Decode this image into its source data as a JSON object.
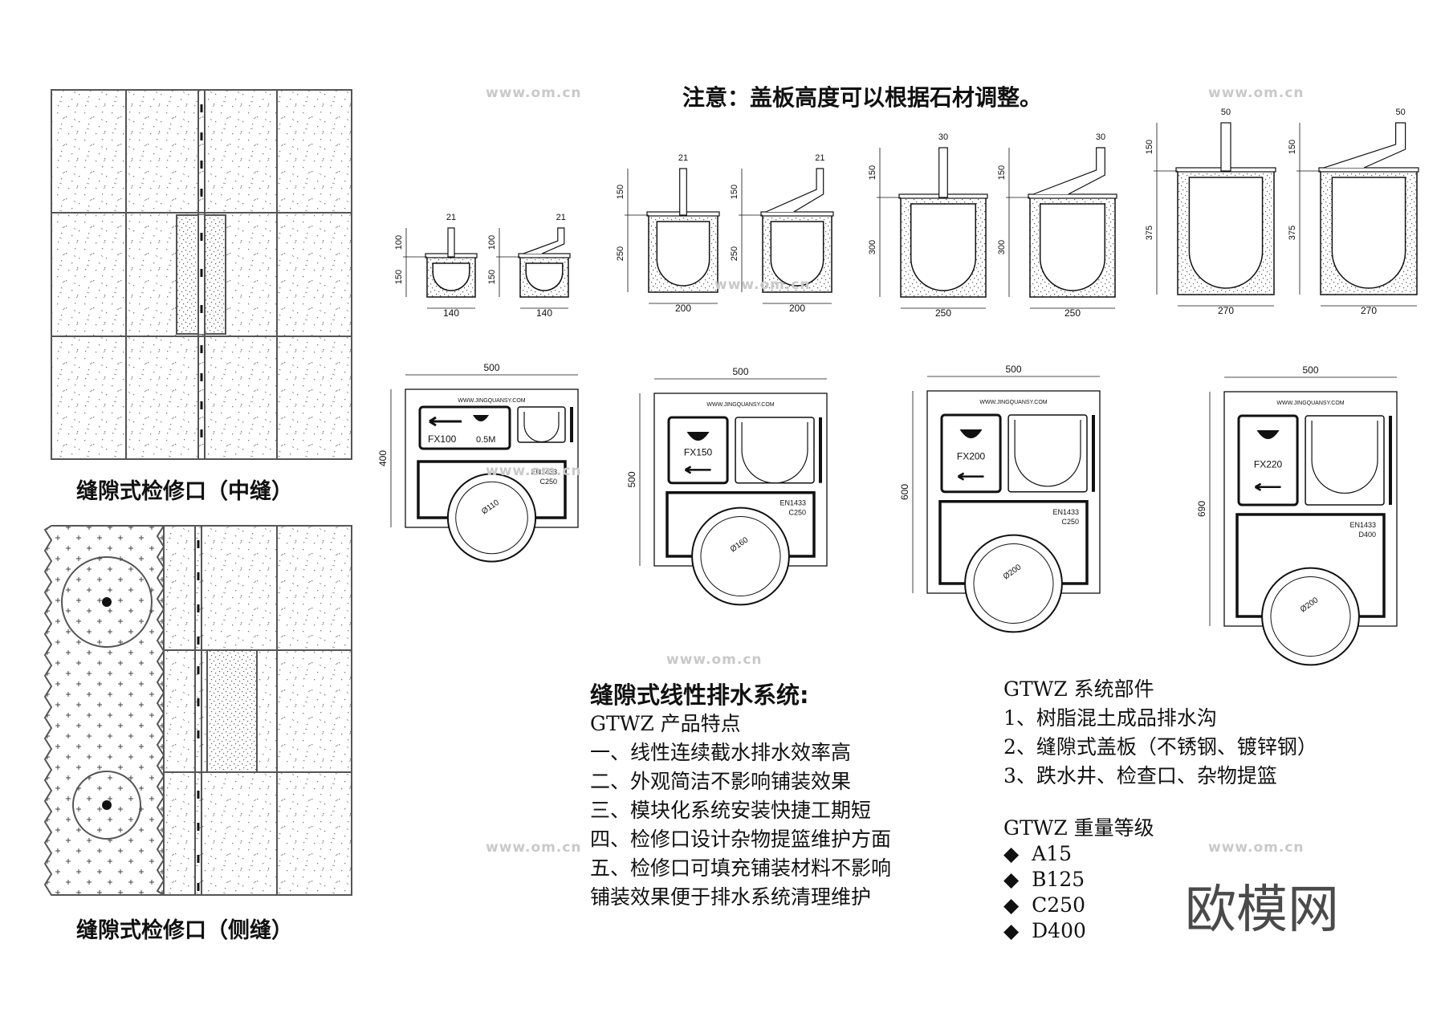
{
  "note": "注意：盖板高度可以根据石材调整。",
  "captions": {
    "mid_seam": "缝隙式检修口（中缝）",
    "side_seam": "缝隙式检修口（侧缝）"
  },
  "sections": [
    {
      "heights": [
        "100",
        "150"
      ],
      "width": "140",
      "slot": "21"
    },
    {
      "heights": [
        "100",
        "150"
      ],
      "width": "140",
      "slot": "21"
    },
    {
      "heights": [
        "150",
        "250"
      ],
      "width": "200",
      "slot": "21"
    },
    {
      "heights": [
        "150",
        "250"
      ],
      "width": "200",
      "slot": "21"
    },
    {
      "heights": [
        "150",
        "300"
      ],
      "width": "250",
      "slot": "30"
    },
    {
      "heights": [
        "150",
        "300"
      ],
      "width": "250",
      "slot": "30"
    },
    {
      "heights": [
        "150",
        "375"
      ],
      "width": "270",
      "slot": "50"
    },
    {
      "heights": [
        "150",
        "375"
      ],
      "width": "270",
      "slot": "50"
    }
  ],
  "plans": [
    {
      "model": "FX100",
      "slope": "0.5M",
      "width": "500",
      "height": "400",
      "website": "WWW.JINGQUANSY.COM",
      "standard": "EN1433",
      "load": "C250",
      "dia": "Ø110"
    },
    {
      "model": "FX150",
      "width": "500",
      "height": "500",
      "website": "WWW.JINGQUANSY.COM",
      "standard": "EN1433",
      "load": "C250",
      "dia": "Ø160"
    },
    {
      "model": "FX200",
      "width": "500",
      "height": "600",
      "website": "WWW.JINGQUANSY.COM",
      "standard": "EN1433",
      "load": "C250",
      "dia": "Ø200"
    },
    {
      "model": "FX220",
      "width": "500",
      "height": "690",
      "website": "WWW.JINGQUANSY.COM",
      "standard": "EN1433",
      "load": "D400",
      "dia": "Ø200"
    }
  ],
  "system": {
    "title": "缝隙式线性排水系统:",
    "features_heading": "GTWZ 产品特点",
    "features": [
      "一、线性连续截水排水效率高",
      "二、外观简洁不影响铺装效果",
      "三、模块化系统安装快捷工期短",
      "四、检修口设计杂物提篮维护方面",
      "五、检修口可填充铺装材料不影响",
      "铺装效果便于排水系统清理维护"
    ],
    "parts_heading": "GTWZ 系统部件",
    "parts": [
      "1、树脂混土成品排水沟",
      "2、缝隙式盖板（不锈钢、镀锌钢）",
      "3、跌水井、检查口、杂物提篮"
    ],
    "grades_heading": "GTWZ 重量等级",
    "grades": [
      "A15",
      "B125",
      "C250",
      "D400"
    ]
  },
  "watermark": {
    "logo": "欧模网",
    "url": "www.om.cn"
  }
}
